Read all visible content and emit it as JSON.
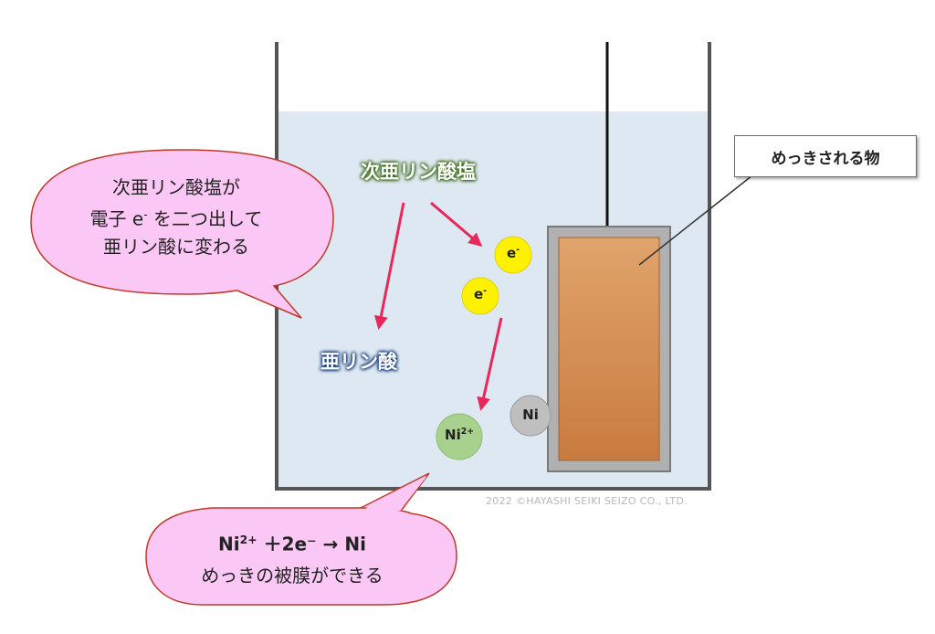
{
  "labels": {
    "reagent": "次亜リン酸塩",
    "product": "亜リン酸",
    "target": "めっきされる物",
    "electron_base": "e",
    "electron_sup": "-",
    "ni_metal": "Ni",
    "ni_ion_base": "Ni",
    "ni_ion_sup": "2+"
  },
  "bubble_top": {
    "line1": "次亜リン酸塩が",
    "line2_pre": "電子 ",
    "line2_e": "e",
    "line2_sup": "-",
    "line2_post": " を二つ出して",
    "line3": "亜リン酸に変わる"
  },
  "bubble_bottom": {
    "eq_ni": "Ni",
    "eq_sup": "2+",
    "eq_rest": " ＋2e⁻ → Ni",
    "line2": "めっきの被膜ができる"
  },
  "copyright": "2022 ©HAYASHI SEIKI SEIZO CO., LTD.",
  "colors": {
    "solution": "#dde8f2",
    "tank_wall": "#555555",
    "arrow": "#e8285a",
    "bubble_fill": "#fbc8f5",
    "bubble_stroke": "#c0392b",
    "electron_fill": "#fff200",
    "ni_ion_fill": "#a9d18e",
    "ni_metal_fill": "#bfbfbf",
    "object_fill": "#d8935a"
  }
}
